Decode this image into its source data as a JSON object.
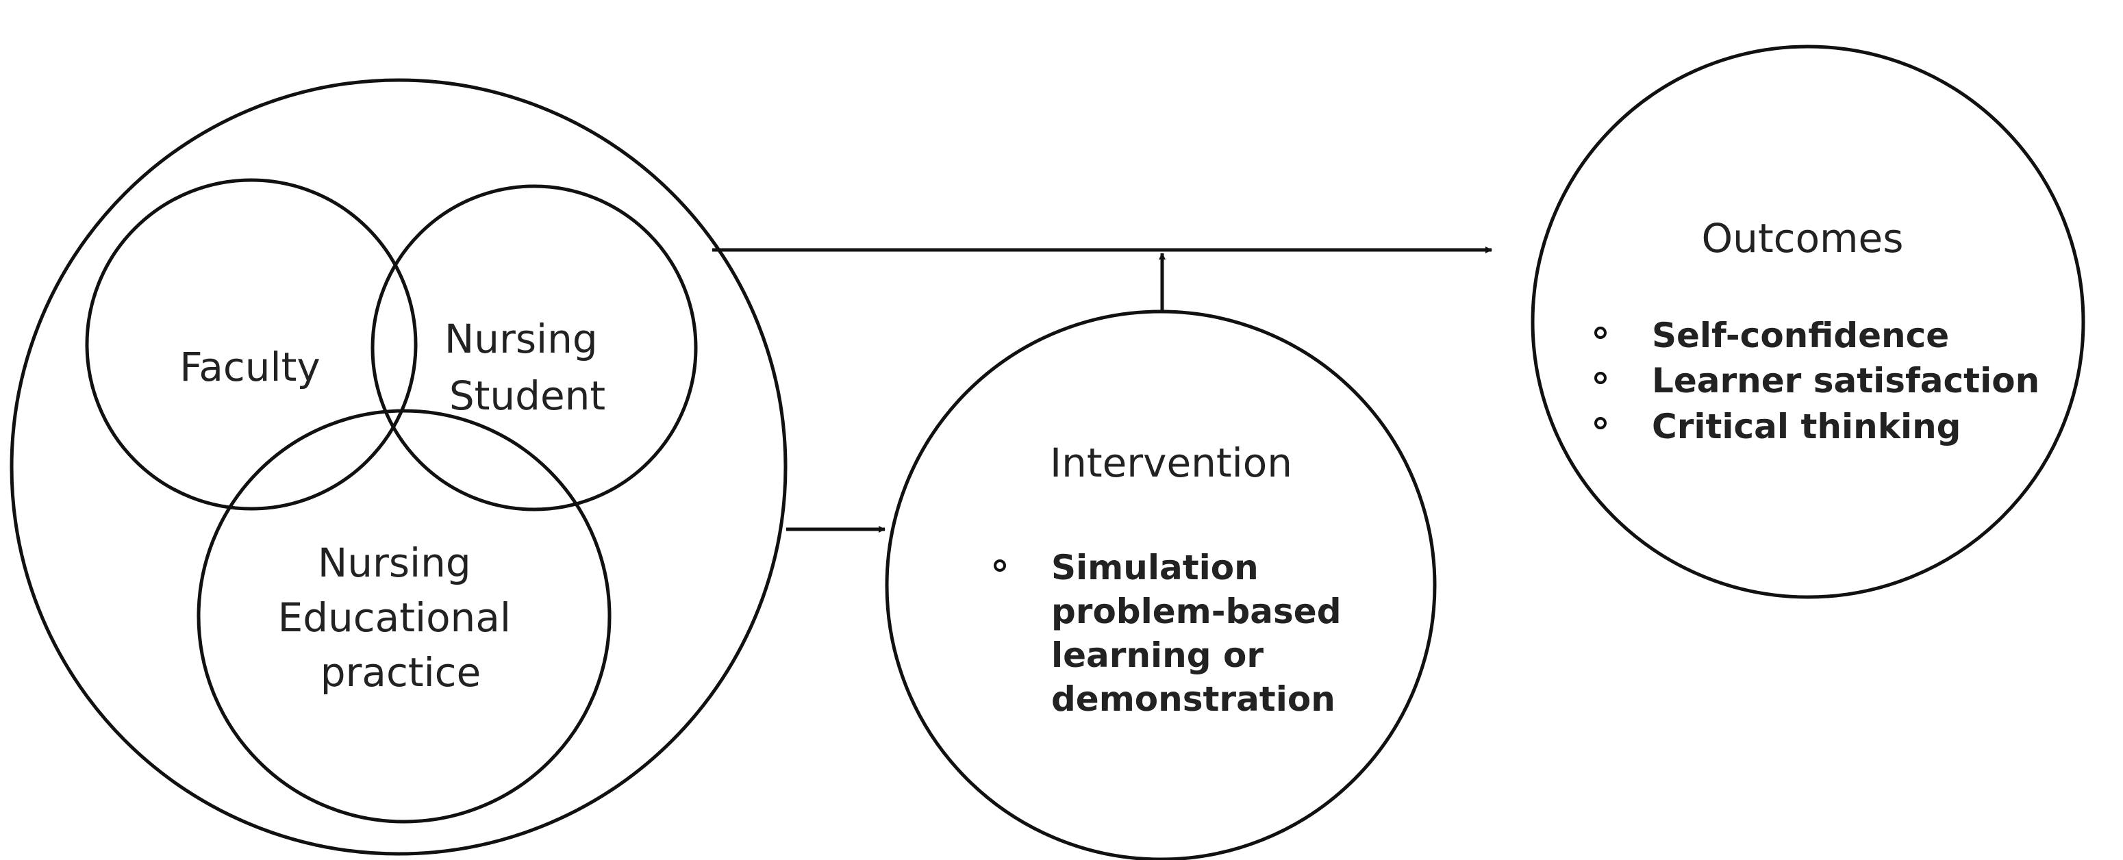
{
  "context": {
    "faculty": "Faculty",
    "nursing_student": [
      "Nursing",
      "Student"
    ],
    "nursing_educational_practice": [
      "Nursing",
      "Educational",
      "practice"
    ]
  },
  "intervention": {
    "title": "Intervention",
    "items": [
      [
        "Simulation",
        "problem-based",
        "learning or",
        "demonstration"
      ]
    ]
  },
  "outcomes": {
    "title": "Outcomes",
    "items": [
      "Self-confidence",
      "Learner satisfaction",
      "Critical thinking"
    ]
  }
}
